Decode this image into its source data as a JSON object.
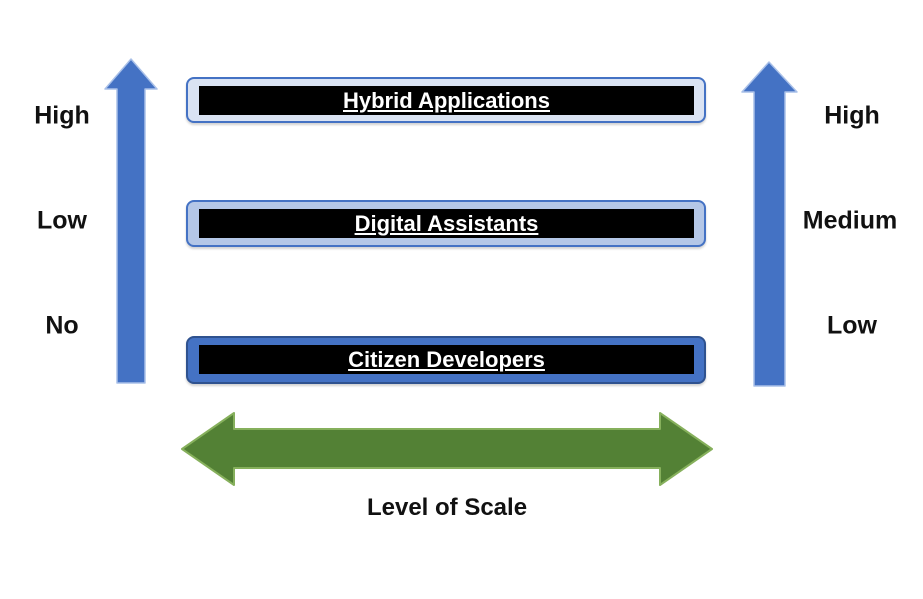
{
  "diagram": {
    "title": "Level of Scale",
    "background_color": "#ffffff",
    "left_axis": {
      "arrow_color": "#4472c4",
      "arrow_edge_color": "#a9c0e8",
      "labels": [
        "High",
        "Low",
        "No"
      ]
    },
    "right_axis": {
      "arrow_color": "#4472c4",
      "arrow_edge_color": "#a9c0e8",
      "labels": [
        "High",
        "Medium",
        "Low"
      ]
    },
    "bars": [
      {
        "label": "Hybrid Applications",
        "container_fill": "#dae3f3",
        "container_border": "#4472c4",
        "inner_fill": "#000000",
        "text_color": "#ffffff"
      },
      {
        "label": "Digital Assistants",
        "container_fill": "#b4c7e7",
        "container_border": "#4472c4",
        "inner_fill": "#000000",
        "text_color": "#ffffff"
      },
      {
        "label": "Citizen Developers",
        "container_fill": "#4472c4",
        "container_border": "#2f528f",
        "inner_fill": "#000000",
        "text_color": "#ffffff"
      }
    ],
    "bottom_axis": {
      "label": "Level of Scale",
      "arrow_color": "#538135",
      "arrow_edge_color": "#86b05c"
    }
  }
}
